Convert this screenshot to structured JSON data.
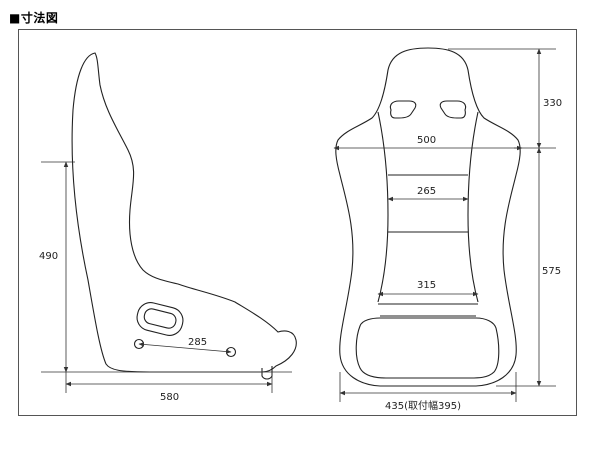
{
  "title": "■寸法図",
  "dimensions": {
    "side_height": "490",
    "side_length": "580",
    "mount_spacing": "285",
    "top_height": "330",
    "shoulder_width": "500",
    "width_265": "265",
    "width_315": "315",
    "lower_height": "575",
    "base_width": "435(取付幅395)"
  },
  "colors": {
    "outline": "#222222",
    "dimension_line": "#333333"
  }
}
